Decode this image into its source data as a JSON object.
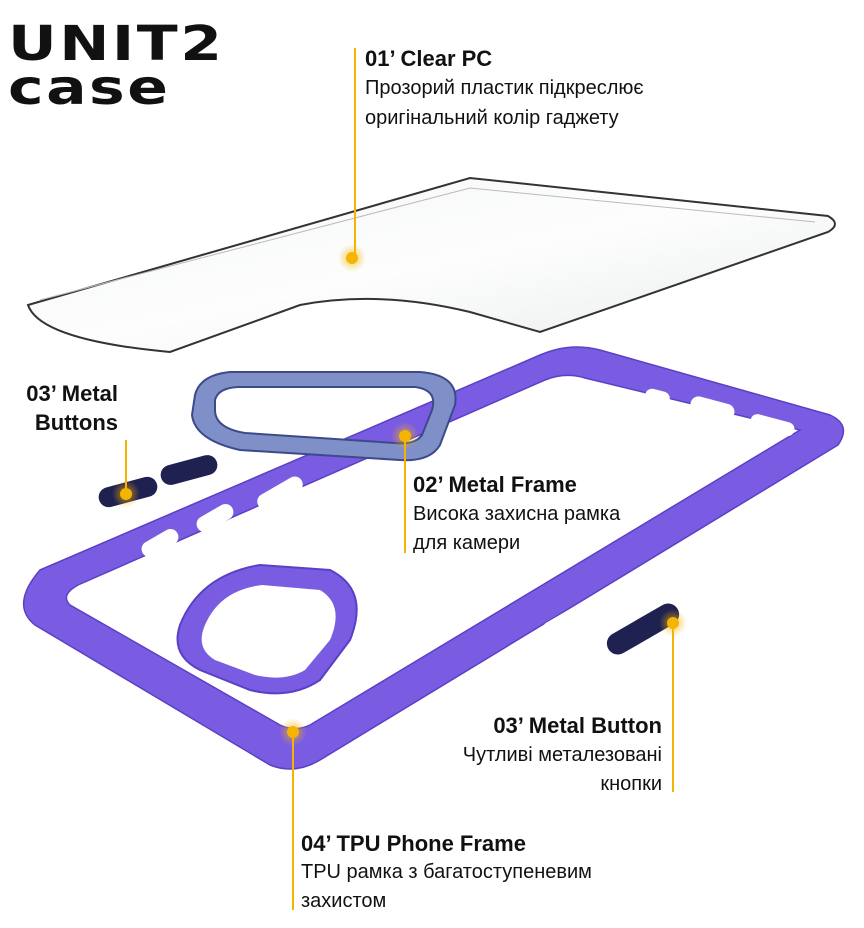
{
  "logo": {
    "line1": "UNIT2",
    "line2": "case"
  },
  "callouts": [
    {
      "title": "01’ Clear PC",
      "lines": [
        "Прозорий пластик підкреслює",
        "оригінальний колір гаджету"
      ]
    },
    {
      "title": "02’ Metal Frame",
      "lines": [
        "Висока захисна рамка",
        "для камери"
      ]
    },
    {
      "title_lines": [
        "03’ Metal",
        "Buttons"
      ]
    },
    {
      "title": "03’ Metal Button",
      "lines": [
        "Чутливі металезовані",
        "кнопки"
      ]
    },
    {
      "title": "04’ TPU Phone Frame",
      "lines": [
        "TPU рамка з багатоступеневим",
        "захистом"
      ]
    }
  ],
  "colors": {
    "accent": "#f5b400",
    "frame": "#7a5ce3",
    "buttons": "#1f2150",
    "camera_ring": "#7f8fc8"
  }
}
